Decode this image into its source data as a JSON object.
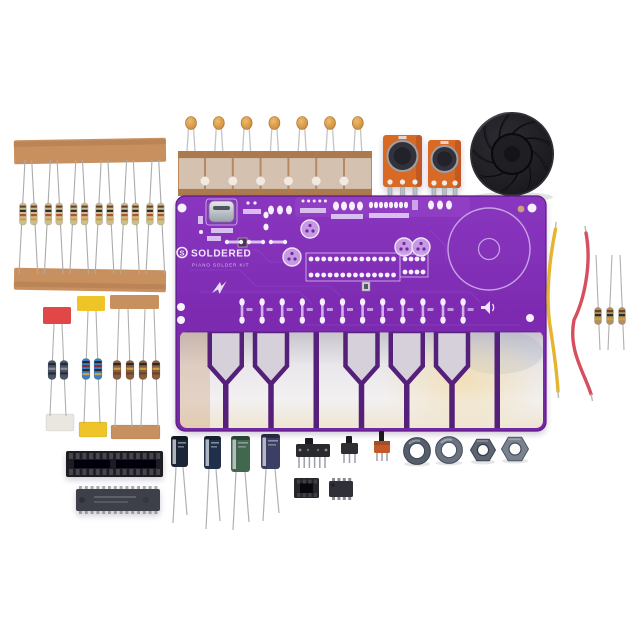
{
  "image": {
    "type": "product-photo",
    "background": "#ffffff",
    "subject": "Piano solder kit: purple PCB with capacitive piano keys surrounded by through-hole components"
  },
  "pcb": {
    "brand_mark": "S",
    "brand": "SOLDERED",
    "subtitle": "PIANO SOLDER KIT",
    "board_color": "#7d2bb1",
    "board_color_light": "#8a36c0",
    "silkscreen_color": "#dcc2f2",
    "pad_color": "#f6f0fb",
    "key_divider_color": "#55207a",
    "white_key_count": 8,
    "black_key_count": 5,
    "divider_pattern": [
      "black",
      "black",
      "plain",
      "black",
      "black",
      "black",
      "plain"
    ]
  },
  "components": {
    "resistor_strip": {
      "count": 12,
      "tape_color": "#c9905f",
      "body_color": "#cbbd96",
      "bands": [
        "#6b4226",
        "#2a2a2a",
        "#b2502e",
        "#c9a23f"
      ]
    },
    "ceramic_capacitor_strip": {
      "count": 7,
      "bead_color": "#d89a4a",
      "tape_color": "#c08b5e"
    },
    "potentiometers": {
      "count": 2,
      "body_color": "#d96a28",
      "dial_color": "#33333b"
    },
    "speaker": {
      "color": "#1b1b1f",
      "blade_count": 9
    },
    "jumper_wires": {
      "yellow": "#e7b42f",
      "red": "#d64f5e"
    },
    "loose_resistors": {
      "count": 3,
      "body_color": "#b29060",
      "bands": [
        "#6b4226",
        "#2a2a2a",
        "#c9a23f"
      ]
    },
    "resistor_pair_red_tape": {
      "count": 2,
      "tape_top": "#e14747",
      "tape_bottom": "#e9e7e0",
      "body_color": "#46536b",
      "bands": [
        "#2a2a2a",
        "#8a8f98",
        "#2a2a2a"
      ]
    },
    "resistor_pair_yellow_tape": {
      "count": 2,
      "tape_top": "#eec428",
      "tape_bottom": "#eec428",
      "body_color": "#3f7fc1",
      "bands": [
        "#2a2a2a",
        "#8a2a2a",
        "#2a2a2a",
        "#c9a23f"
      ]
    },
    "resistor_group_kraft_tape": {
      "count": 4,
      "tape_top": "#c9905f",
      "tape_bottom": "#c9905f",
      "body_color": "#8a5c40",
      "bands": [
        "#2a2a2a",
        "#c9a23f",
        "#6b4226"
      ]
    },
    "ic_socket_28": {
      "pins": 28,
      "color": "#1c1c20"
    },
    "microcontroller_28": {
      "pins": 28,
      "color": "#3d4149"
    },
    "electrolytic_capacitors": {
      "count": 4,
      "colors": [
        "#1b2535",
        "#20304a",
        "#41684f",
        "#3c3f63"
      ]
    },
    "slide_switches": {
      "count": 3,
      "colors": [
        "#2a2a2e",
        "#2f2f33",
        "#c2592a"
      ]
    },
    "ic_socket_8": {
      "pins": 8,
      "color": "#26262a"
    },
    "ic_chip_8": {
      "pins": 8,
      "color": "#303038"
    },
    "washers": {
      "count": 2,
      "color": "#5c6470"
    },
    "hex_nuts": {
      "count": 2,
      "color": "#6a7280"
    }
  }
}
